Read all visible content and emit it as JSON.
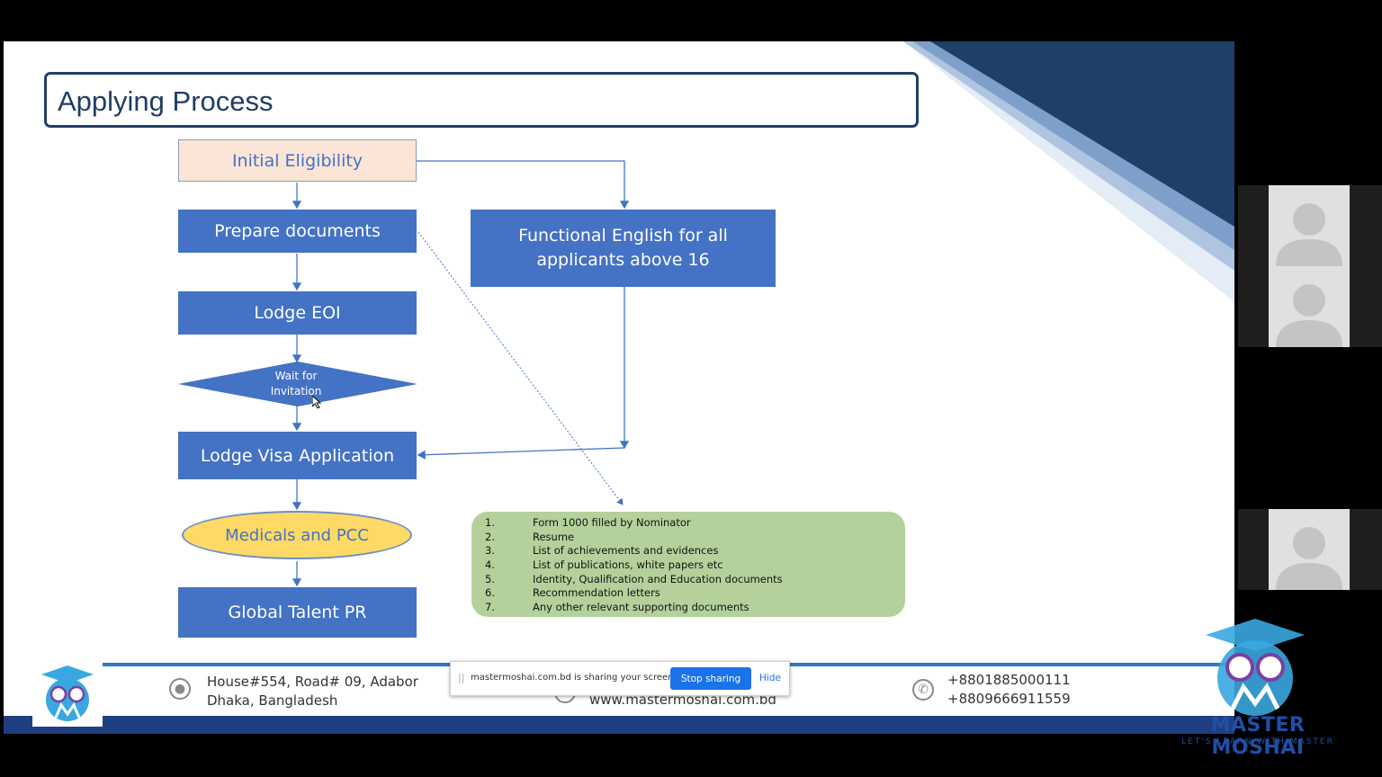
{
  "slide": {
    "title": "Applying Process"
  },
  "flow": {
    "initial_eligibility": "Initial Eligibility",
    "prepare_documents": "Prepare documents",
    "lodge_eoi": "Lodge EOI",
    "wait_line1": "Wait for",
    "wait_line2": "Invitation",
    "lodge_visa": "Lodge Visa Application",
    "medicals": "Medicals and PCC",
    "global_talent": "Global Talent PR",
    "english_line1": "Functional English for all",
    "english_line2": "applicants above 16"
  },
  "documents": [
    {
      "num": "1.",
      "text": "Form 1000 filled by Nominator"
    },
    {
      "num": "2.",
      "text": "Resume"
    },
    {
      "num": "3.",
      "text": "List of achievements and evidences"
    },
    {
      "num": "4.",
      "text": "List of publications, white papers etc"
    },
    {
      "num": "5.",
      "text": "Identity, Qualification and Education documents"
    },
    {
      "num": "6.",
      "text": "Recommendation letters"
    },
    {
      "num": "7.",
      "text": "Any other relevant supporting documents"
    }
  ],
  "footer": {
    "address_line1": "House#554, Road# 09, Adabor",
    "address_line2": "Dhaka, Bangladesh",
    "website": "www.mastermoshai.com.bd",
    "phone1": "+8801885000111",
    "phone2": "+8809666911559"
  },
  "share_bar": {
    "message": "mastermoshai.com.bd is sharing your screen.",
    "stop_label": "Stop sharing",
    "hide_label": "Hide"
  },
  "brand": {
    "name": "MASTER MOSHAI",
    "tagline": "LET'S LEARN WITH MASTER"
  },
  "colors": {
    "flow_box": "#4472c4",
    "title_border": "#1f3f66",
    "doc_list_bg": "#b4d19c",
    "oval": "#ffd966",
    "share_button": "#1a73e8"
  }
}
